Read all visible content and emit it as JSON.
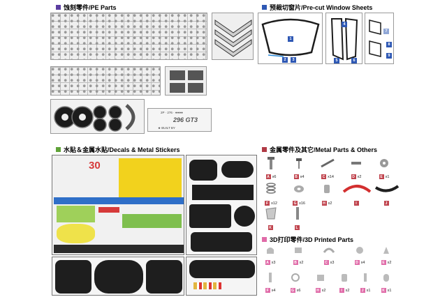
{
  "sections": {
    "pe": {
      "title": "蚀刻零件/PE Parts",
      "color": "#5b3da0"
    },
    "windows": {
      "title": "预裁切窗片/Pre-cut Window Sheets",
      "color": "#2e58b4"
    },
    "decals": {
      "title": "水贴＆金属水贴/Decals & Metal Stickers",
      "color": "#5fa238"
    },
    "metal": {
      "title": "金属零件及其它/Metal Parts & Others",
      "color": "#b03a45"
    },
    "printed": {
      "title": "3D打印零件/3D Printed Parts",
      "color": "#e06ba8"
    }
  },
  "pe_plate": {
    "badge": "296 GT3",
    "built_by": "★ BUILT BY",
    "brand": "2P  ·  276  ·  ●●●●"
  },
  "window_tags": [
    "1",
    "2",
    "3",
    "4",
    "5",
    "6",
    "7",
    "8",
    "9"
  ],
  "decal_sheet": {
    "number": "30"
  },
  "metal_parts": [
    {
      "id": "A",
      "qty": "x6"
    },
    {
      "id": "B",
      "qty": "x4"
    },
    {
      "id": "C",
      "qty": "x14"
    },
    {
      "id": "D",
      "qty": "x2"
    },
    {
      "id": "E",
      "qty": "x1"
    },
    {
      "id": "F",
      "qty": "x12"
    },
    {
      "id": "G",
      "qty": "x16"
    },
    {
      "id": "H",
      "qty": "x2"
    },
    {
      "id": "I",
      "qty": ""
    },
    {
      "id": "J",
      "qty": ""
    },
    {
      "id": "K",
      "qty": ""
    },
    {
      "id": "L",
      "qty": ""
    }
  ],
  "printed_parts": [
    {
      "id": "A",
      "qty": "x3"
    },
    {
      "id": "B",
      "qty": "x2"
    },
    {
      "id": "C",
      "qty": "x3"
    },
    {
      "id": "D",
      "qty": "x4"
    },
    {
      "id": "E",
      "qty": "x2"
    },
    {
      "id": "F",
      "qty": "x4"
    },
    {
      "id": "G",
      "qty": "x6"
    },
    {
      "id": "H",
      "qty": "x2"
    },
    {
      "id": "I",
      "qty": "x2"
    },
    {
      "id": "J",
      "qty": "x1"
    },
    {
      "id": "K",
      "qty": "x1"
    }
  ]
}
